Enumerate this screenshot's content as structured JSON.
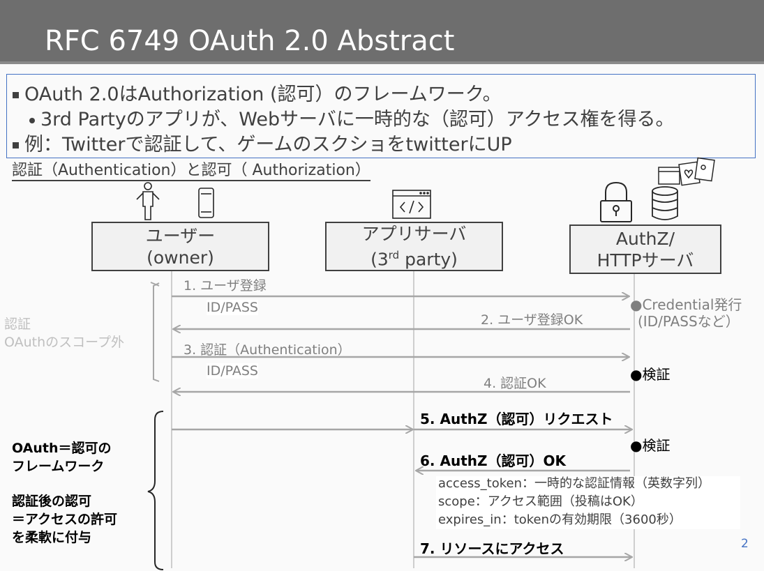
{
  "title": "RFC 6749 OAuth 2.0 Abstract",
  "bullets": [
    {
      "text": "OAuth 2.0はAuthorization (認可）のフレームワーク。"
    },
    {
      "text": "3rd Partyのアプリが、Webサーバに一時的な（認可）アクセス権を得る。"
    },
    {
      "text": "例：Twitterで認証して、ゲームのスクショをtwitterにUP"
    }
  ],
  "subheading": "認証（Authentication）と認可（ Authorization）",
  "actors": {
    "user": {
      "line1": "ユーザー",
      "line2": "(owner)"
    },
    "app": {
      "line1": "アプリサーバ",
      "line2_prefix": "(3",
      "line2_sup": "rd",
      "line2_suffix": " party)"
    },
    "server": {
      "line1": "AuthZ/",
      "line2": "HTTPサーバ"
    }
  },
  "messages": {
    "m1": "1. ユーザ登録",
    "m1_sub": "ID/PASS",
    "m2": "2. ユーザ登録OK",
    "m3": "3. 認証（Authentication）",
    "m3_sub": "ID/PASS",
    "m4": "4. 認証OK",
    "m5": "5. AuthZ（認可）リクエスト",
    "m6": "6. AuthZ（認可）OK",
    "m7": "7. リソースにアクセス"
  },
  "server_notes": {
    "credential_line1": "●Credential発行",
    "credential_line2": "(ID/PASSなど）",
    "verify1": "●検証",
    "verify2": "●検証"
  },
  "side_labels": {
    "auth_line1": "認証",
    "auth_line2": "OAuthのスコープ外",
    "oauth_line1": "OAuth＝認可の",
    "oauth_line2": "フレームワーク",
    "oauth_line3": "認証後の認可",
    "oauth_line4": "＝アクセスの許可",
    "oauth_line5": "を柔軟に付与"
  },
  "token_info": [
    "access_token：一時的な認証情報（英数字列）",
    "scope：アクセス範囲（投稿はOK）",
    "expires_in：tokenの有効期限（3600秒）"
  ],
  "page_number": "2",
  "icons": [
    "person-icon",
    "smartphone-icon",
    "browser-code-icon",
    "padlock-icon",
    "database-icon",
    "media-files-icon"
  ],
  "colors": {
    "title_bar": "#6e6e6e",
    "box_border": "#4472c4",
    "arrow_gray": "#a6a6a6",
    "text_gray": "#7f7f7f"
  }
}
